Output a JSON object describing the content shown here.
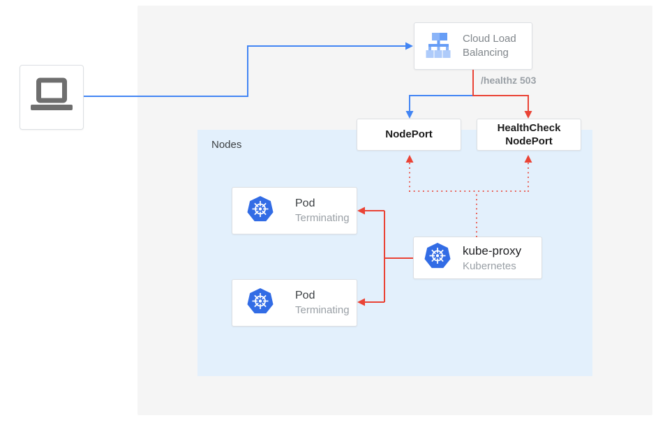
{
  "colors": {
    "flow_blue": "#4285f4",
    "flow_red": "#ea4335",
    "kubernetes_blue": "#326ce5",
    "panel_gray": "#f5f5f5",
    "nodes_panel_blue": "#e3f0fc",
    "muted_text": "#9aa0a6"
  },
  "diagram": {
    "client": {
      "icon": "laptop-icon"
    },
    "cloud_load_balancing": {
      "label": "Cloud Load Balancing",
      "icon": "cloud-load-balancing-icon"
    },
    "health_check_annotation": "/healthz 503",
    "node_port": {
      "label": "NodePort"
    },
    "health_check_node_port": {
      "label": "HealthCheck NodePort"
    },
    "nodes_panel": {
      "label": "Nodes"
    },
    "pods": [
      {
        "title": "Pod",
        "status": "Terminating",
        "icon": "kubernetes-icon"
      },
      {
        "title": "Pod",
        "status": "Terminating",
        "icon": "kubernetes-icon"
      }
    ],
    "kube_proxy": {
      "title": "kube-proxy",
      "subtitle": "Kubernetes",
      "icon": "kubernetes-icon"
    }
  }
}
